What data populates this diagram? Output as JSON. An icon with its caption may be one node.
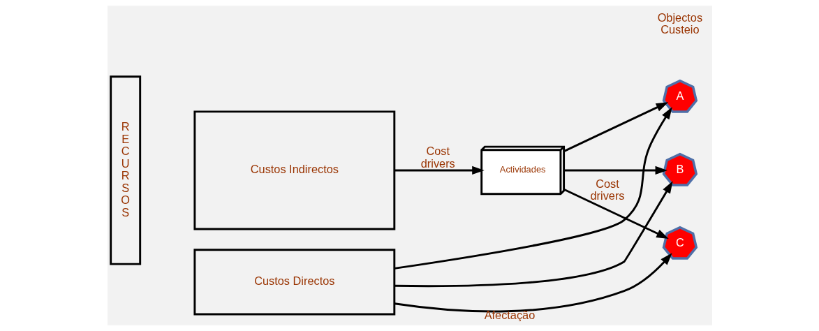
{
  "diagram": {
    "nodes": [
      {
        "text": [
          "R E C U R S O S"
        ]
      },
      {
        "text": [
          "Custos Indirectos"
        ]
      },
      {
        "text": [
          "Custos Directos"
        ]
      },
      {
        "text": [
          "Actividades"
        ]
      },
      {
        "text": [
          "A"
        ]
      },
      {
        "text": [
          "B"
        ]
      },
      {
        "text": [
          "C"
        ]
      }
    ],
    "edges": [
      {
        "from": 1,
        "to": 3,
        "arrow": "to",
        "label": "Cost drivers"
      },
      {
        "from": 3,
        "to": 4,
        "arrow": "to"
      },
      {
        "from": 3,
        "to": 5,
        "arrow": "to"
      },
      {
        "from": 3,
        "to": 6,
        "arrow": "to",
        "label": "Cost drivers"
      },
      {
        "from": 2,
        "to": 4,
        "arrow": "to"
      },
      {
        "from": 2,
        "to": 5,
        "arrow": "to"
      },
      {
        "from": 2,
        "to": 6,
        "arrow": "to",
        "label": "Afectação"
      }
    ],
    "labels": [
      "Objectos Custeio"
    ]
  }
}
